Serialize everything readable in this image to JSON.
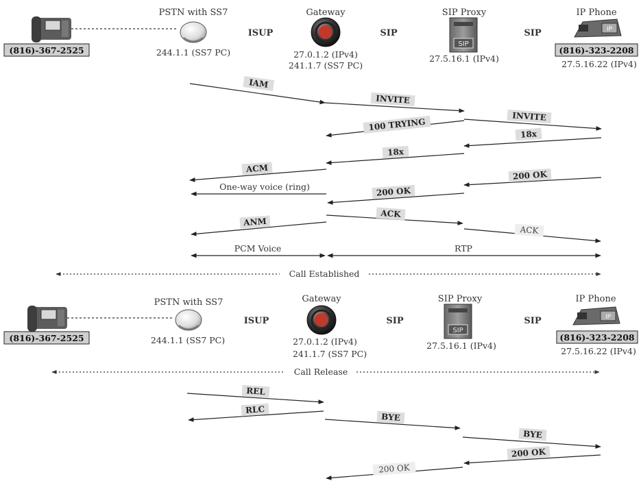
{
  "sections": [
    {
      "nodes": {
        "phone": {
          "number": "(816)-367-2525"
        },
        "pstn": {
          "title": "PSTN with SS7",
          "addr1": "244.1.1 (SS7 PC)"
        },
        "gateway": {
          "title": "Gateway",
          "addr1": "27.0.1.2 (IPv4)",
          "addr2": "241.1.7 (SS7 PC)"
        },
        "proxy": {
          "title": "SIP Proxy",
          "addr1": "27.5.16.1 (IPv4)"
        },
        "ipphone": {
          "title": "IP Phone",
          "number": "(816)-323-2208",
          "addr1": "27.5.16.22 (IPv4)"
        }
      },
      "protocols": [
        "ISUP",
        "SIP",
        "SIP"
      ]
    },
    {
      "nodes": {
        "phone": {
          "number": "(816)-367-2525"
        },
        "pstn": {
          "title": "PSTN with SS7",
          "addr1": "244.1.1 (SS7 PC)"
        },
        "gateway": {
          "title": "Gateway",
          "addr1": "27.0.1.2 (IPv4)",
          "addr2": "241.1.7 (SS7 PC)"
        },
        "proxy": {
          "title": "SIP Proxy",
          "addr1": "27.5.16.1 (IPv4)"
        },
        "ipphone": {
          "title": "IP Phone",
          "number": "(816)-323-2208",
          "addr1": "27.5.16.22 (IPv4)"
        }
      },
      "protocols": [
        "ISUP",
        "SIP",
        "SIP"
      ]
    }
  ],
  "messages_setup": [
    "IAM",
    "INVITE",
    "INVITE",
    "100 TRYING",
    "18x",
    "18x",
    "ACM",
    "One-way voice (ring)",
    "200 OK",
    "200 OK",
    "ANM",
    "ACK",
    "ACK",
    "PCM Voice",
    "RTP"
  ],
  "banners": {
    "established": "Call Established",
    "release": "Call Release"
  },
  "messages_release": [
    "REL",
    "RLC",
    "BYE",
    "BYE",
    "200 OK",
    "200 OK"
  ]
}
